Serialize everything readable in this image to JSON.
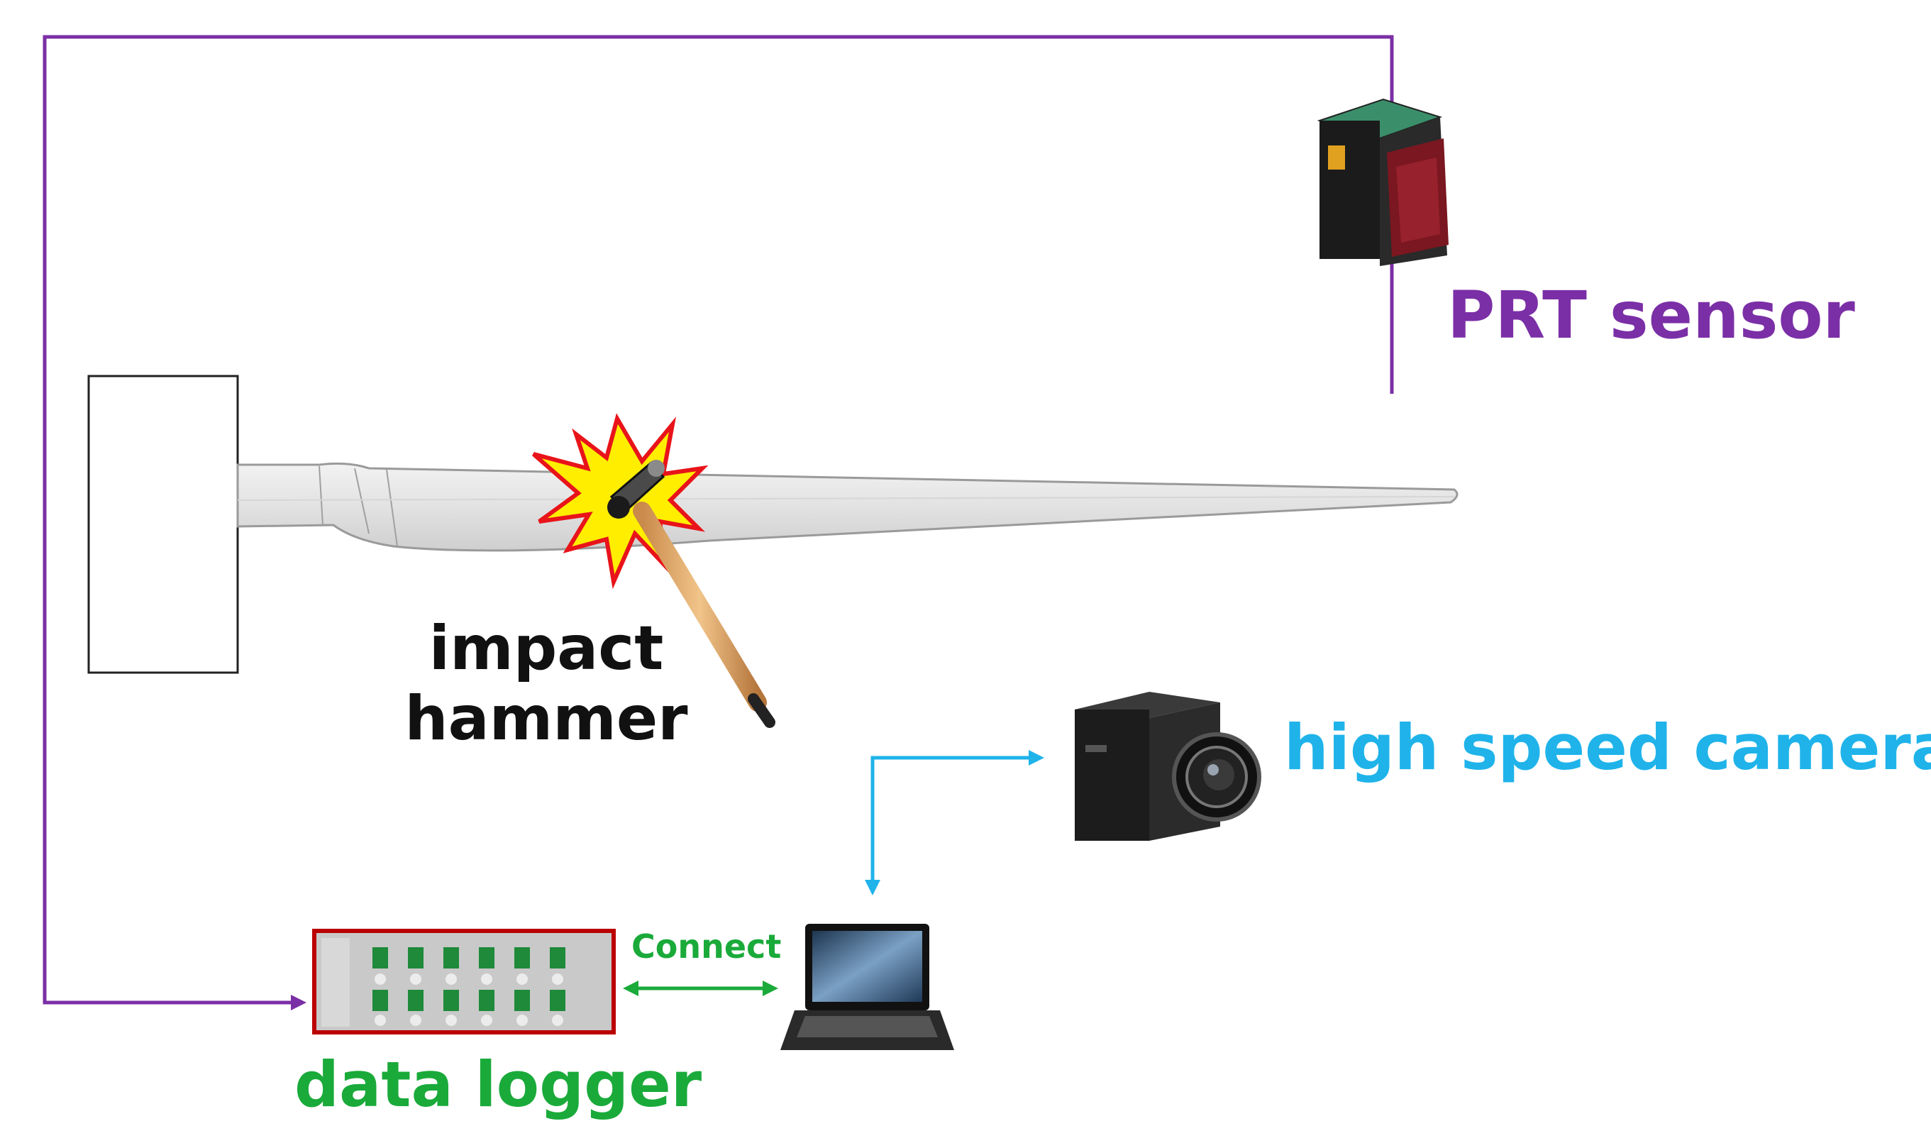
{
  "labels": {
    "prt_sensor": "PRT sensor",
    "impact_hammer_line1": "impact",
    "impact_hammer_line2": "hammer",
    "high_speed_camera": "high speed camera",
    "data_logger": "data logger",
    "connect": "Connect"
  },
  "colors": {
    "prt_wire": "#7b2fa6",
    "camera_wire": "#1fb3ea",
    "logger_link": "#1aaa3a",
    "black_text": "#111111"
  },
  "icons": {
    "sensor": "laser-sensor-icon",
    "camera": "high-speed-camera-icon",
    "logger": "data-logger-rack-icon",
    "laptop": "laptop-icon",
    "hammer": "impact-hammer-icon",
    "impact": "impact-burst-icon"
  }
}
